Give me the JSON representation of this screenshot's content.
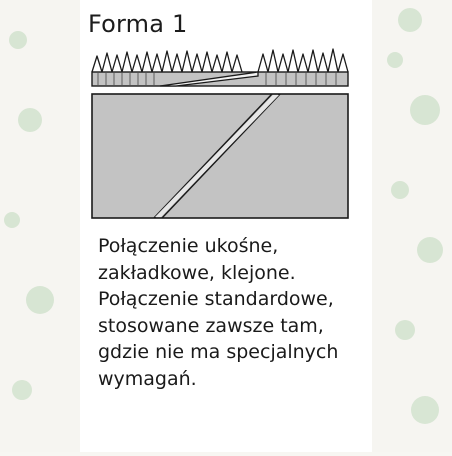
{
  "figure": {
    "title": "Forma 1",
    "caption_lines": [
      "Połączenie ukośne,",
      "zakładkowe, klejone.",
      "Połączenie standardowe,",
      "stosowane zawsze tam,",
      "gdzie nie ma specjalnych",
      "wymagań."
    ]
  },
  "colors": {
    "belt_fill": "#c3c3c3",
    "outline": "#1a1a1a",
    "page_background": "#f7f6f2",
    "card_background": "#ffffff",
    "green_tint": "#bfd8bb"
  }
}
